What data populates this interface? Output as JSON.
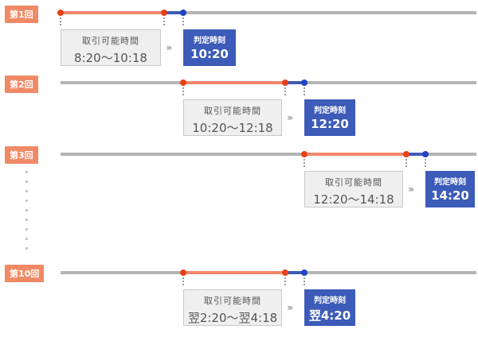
{
  "rounds": [
    {
      "label": "第1回",
      "box_title": "取引可能時間",
      "box_time": "8:20～10:18",
      "judge_title": "判定時刻",
      "judge_time": "10:20"
    },
    {
      "label": "第2回",
      "box_title": "取引可能時間",
      "box_time": "10:20～12:18",
      "judge_title": "判定時刻",
      "judge_time": "12:20"
    },
    {
      "label": "第3回",
      "box_title": "取引可能時間",
      "box_time": "12:20～14:18",
      "judge_title": "判定時刻",
      "judge_time": "14:20"
    },
    {
      "label": "第10回",
      "box_title": "取引可能時間",
      "box_time": "翌2:20～翌4:18",
      "judge_title": "判定時刻",
      "judge_time": "翌4:20"
    }
  ],
  "colors": {
    "track": "#b4b4b4",
    "trading": "#f5866b",
    "start_dot": "#e8411a",
    "end_dot": "#2244c4",
    "judge_bg": "#3d5bb8",
    "label_bg": "#f08a66"
  },
  "arrow_glyph": "›››"
}
